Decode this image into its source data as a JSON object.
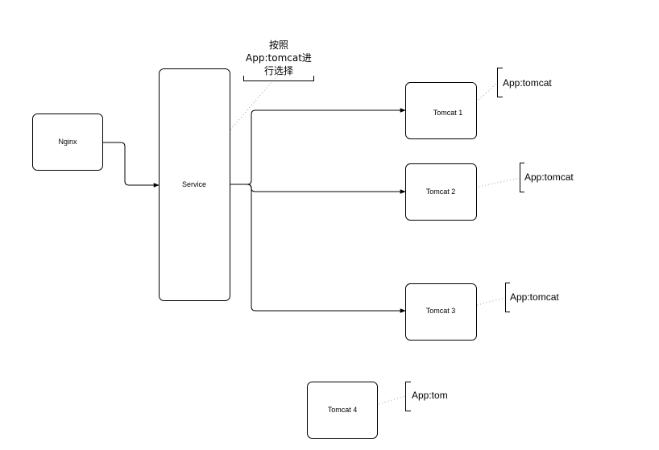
{
  "nodes": {
    "nginx": {
      "label": "Nginx"
    },
    "service": {
      "label": "Service"
    },
    "tomcat1": {
      "label": "Tomcat 1"
    },
    "tomcat2": {
      "label": "Tomcat 2"
    },
    "tomcat3": {
      "label": "Tomcat 3"
    },
    "tomcat4": {
      "label": "Tomcat 4"
    }
  },
  "annotations": {
    "tomcat1_label": "App:tomcat",
    "tomcat2_label": "App:tomcat",
    "tomcat3_label": "App:tomcat",
    "tomcat4_label": "App:tom"
  },
  "selector_note": {
    "line1": "按照",
    "line2": "App:tomcat进",
    "line3": "行选择"
  },
  "colors": {
    "stroke": "#000000",
    "dotted_connector": "#9e9e9e",
    "background": "#ffffff"
  }
}
